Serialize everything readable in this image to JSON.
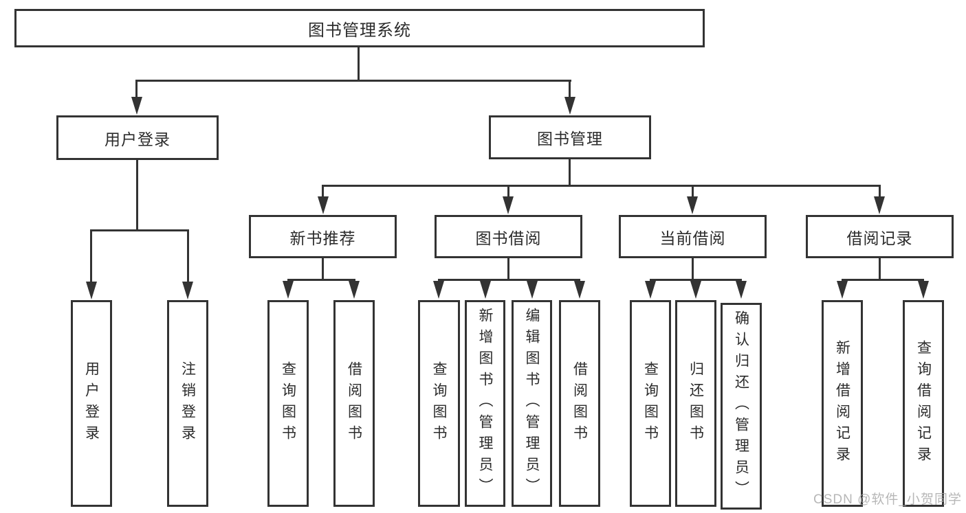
{
  "tree": {
    "root": "图书管理系统",
    "branches": [
      {
        "label": "用户登录",
        "children": [
          "用户登录",
          "注销登录"
        ]
      },
      {
        "label": "图书管理",
        "groups": [
          {
            "label": "新书推荐",
            "children": [
              "查询图书",
              "借阅图书"
            ]
          },
          {
            "label": "图书借阅",
            "children": [
              "查询图书",
              "新增图书（管理员）",
              "编辑图书（管理员）",
              "借阅图书"
            ]
          },
          {
            "label": "当前借阅",
            "children": [
              "查询图书",
              "归还图书",
              "确认归还（管理员）"
            ]
          },
          {
            "label": "借阅记录",
            "children": [
              "新增借阅记录",
              "查询借阅记录"
            ]
          }
        ]
      }
    ]
  },
  "watermark": "CSDN @软件_小贺同学",
  "colors": {
    "line": "#333333",
    "text": "#2b2b2b",
    "background": "#ffffff",
    "watermark": "#a5a5a5"
  }
}
